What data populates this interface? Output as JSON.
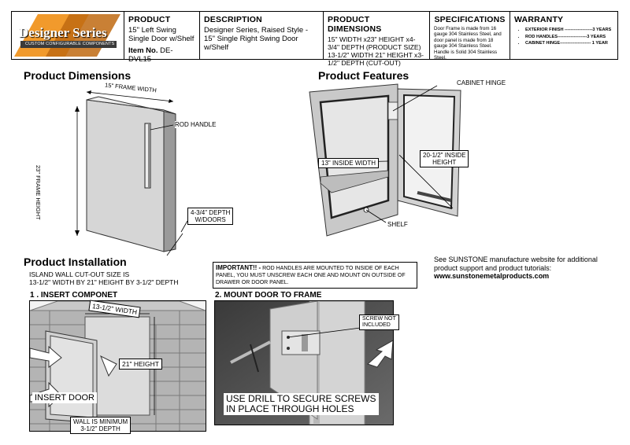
{
  "header": {
    "logo": {
      "title": "Designer Series",
      "tagline": "CUSTOM CONFIGURABLE COMPONENTS"
    },
    "product": {
      "heading": "PRODUCT",
      "text": "15\" Left Swing Single Door w/Shelf",
      "item_label": "Item No.",
      "item_no": "DE-DVL15"
    },
    "description": {
      "heading": "DESCRIPTION",
      "text": "Designer Series, Raised Style - 15\" Single Right Swing Door w/Shelf"
    },
    "dimensions": {
      "heading": "PRODUCT DIMENSIONS",
      "line1": "15\" WIDTH x23\" HEIGHT x4-3/4\" DEPTH (PRODUCT SIZE)",
      "line2": "13-1/2\" WIDTH 21\" HEIGHT x3-1/2\" DEPTH (CUT-OUT)"
    },
    "specifications": {
      "heading": "SPECIFICATIONS",
      "text": "Door Frame is made from 16 gauge 304 Stainless Steel, and door panel is made from 18 gauge 304 Stainless Steel. Handle is Solid 304 Stainless Steel."
    },
    "warranty": {
      "heading": "WARRANTY",
      "items": [
        "EXTERIOR FINISH -------------------3 YEARS",
        "ROD HANDLES--------------------3 YEARS",
        "CABINET HINGE--------------------- 1 YEAR"
      ]
    }
  },
  "dimensions_section": {
    "title": "Product Dimensions",
    "frame_width": "15\" FRAME WIDTH",
    "frame_height": "23\" FRAME HEIGHT",
    "rod_handle": "ROD HANDLE",
    "depth_line1": "4-3/4\" DEPTH",
    "depth_line2": "W/DOORS"
  },
  "features_section": {
    "title": "Product Features",
    "cabinet_hinge": "CABINET HINGE",
    "inside_height_line1": "20-1/2\" INSIDE",
    "inside_height_line2": "HEIGHT",
    "inside_width": "13\" INSIDE WIDTH",
    "shelf": "SHELF"
  },
  "installation_section": {
    "title": "Product Installation",
    "cutout_line1": "ISLAND WALL CUT-OUT SIZE IS",
    "cutout_line2": "13-1/2\" WIDTH BY 21\" HEIGHT BY 3-1/2\" DEPTH",
    "important_label": "IMPORTANT!! -",
    "important_text": " ROD HANDLES ARE MOUNTED TO INSIDE OF EACH PANEL, YOU MUST UNSCREW EACH ONE AND MOUNT ON OUTSIDE OF DRAWER OR DOOR PANEL.",
    "website_text": "See SUNSTONE manufacture website for additional product support and product tutorials:",
    "website_url": "www.sunstonemetalproducts.com",
    "step1": {
      "title": "1 . INSERT COMPONET",
      "width_label": "13-1/2\" WIDTH",
      "height_label": "21\" HEIGHT",
      "insert_door": "INSERT DOOR",
      "wall_line1": "WALL IS MINIMUM",
      "wall_line2": "3-1/2\" DEPTH"
    },
    "step2": {
      "title": "2. MOUNT DOOR TO FRAME",
      "screw_line1": "SCREW NOT",
      "screw_line2": "INCLUDED",
      "drill_line1": "USE DRILL TO SECURE SCREWS",
      "drill_line2": "IN PLACE THROUGH HOLES"
    }
  }
}
